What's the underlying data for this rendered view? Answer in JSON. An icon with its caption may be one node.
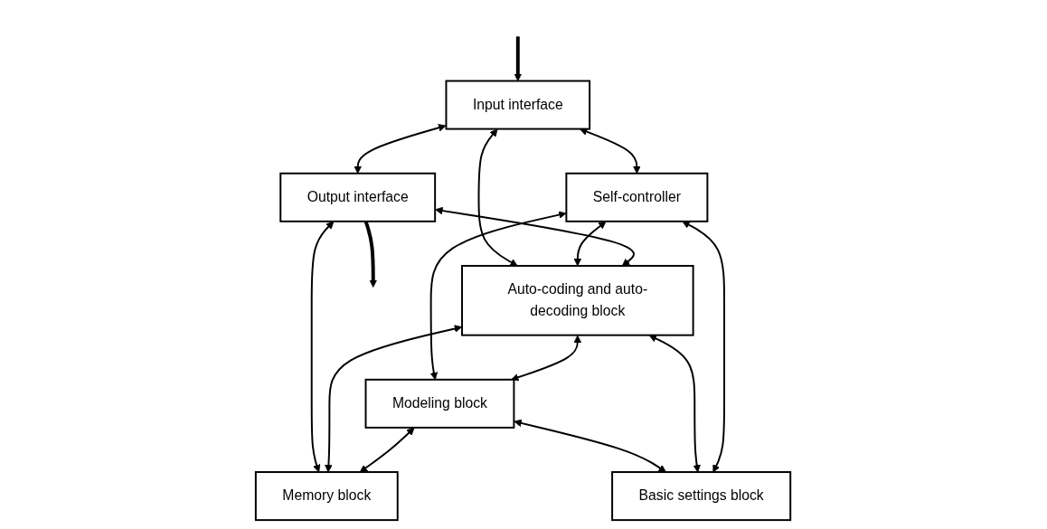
{
  "diagram": {
    "nodes": [
      {
        "text": [
          "Input interface"
        ]
      },
      {
        "text": [
          "Self-controller"
        ]
      },
      {
        "text": [
          "Output interface"
        ]
      },
      {
        "text": [
          "Auto-coding and auto-decoding block"
        ]
      },
      {
        "text": [
          "Modeling block"
        ]
      },
      {
        "text": [
          "Memory block"
        ]
      },
      {
        "text": [
          "Basic settings block"
        ]
      }
    ],
    "edges": [
      {
        "from": null,
        "to": 0,
        "arrow": "to",
        "style": "thick"
      },
      {
        "from": 2,
        "to": null,
        "arrow": "to",
        "style": "thick"
      },
      {
        "from": 0,
        "to": 1,
        "arrow": "both"
      },
      {
        "from": 0,
        "to": 3,
        "arrow": "both"
      },
      {
        "from": 1,
        "to": 3,
        "arrow": "both"
      },
      {
        "from": 0,
        "to": 2,
        "arrow": "both"
      },
      {
        "from": 1,
        "to": 4,
        "arrow": "both"
      },
      {
        "from": 2,
        "to": 3,
        "arrow": "both"
      },
      {
        "from": 3,
        "to": 4,
        "arrow": "both"
      },
      {
        "from": 2,
        "to": 5,
        "arrow": "both"
      },
      {
        "from": 4,
        "to": 6,
        "arrow": "both"
      },
      {
        "from": 3,
        "to": 5,
        "arrow": "both"
      },
      {
        "from": 4,
        "to": 5,
        "arrow": "both"
      },
      {
        "from": 3,
        "to": 6,
        "arrow": "both"
      },
      {
        "from": 1,
        "to": 6,
        "arrow": "both"
      }
    ]
  }
}
